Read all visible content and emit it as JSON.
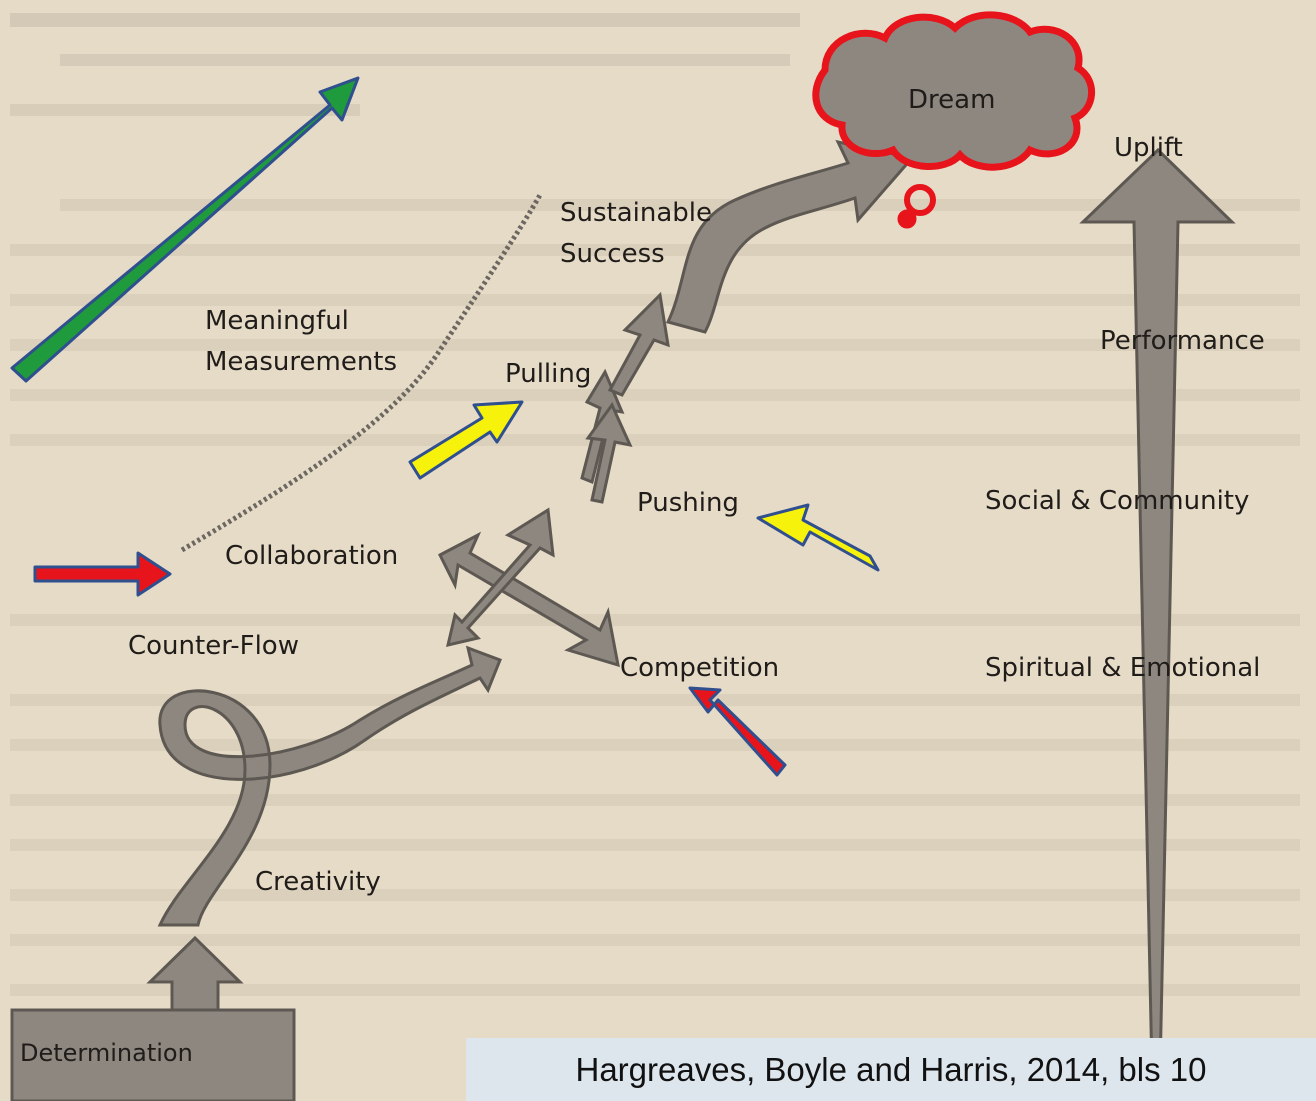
{
  "colors": {
    "background": "#e6dbc7",
    "shape": "#8d8780",
    "shape_edge": "#5e5853",
    "dream_outline": "#e8141c",
    "green_arrow": "#1f9a3c",
    "yellow_arrow": "#f6f20b",
    "red_arrow": "#e8141c",
    "arrow_outline": "#2f4f8f"
  },
  "labels": {
    "dream": "Dream",
    "uplift": "Uplift",
    "sustainable": "Sustainable",
    "success": "Success",
    "meaningful": "Meaningful",
    "measurements": "Measurements",
    "pulling": "Pulling",
    "performance": "Performance",
    "pushing": "Pushing",
    "social": "Social & Community",
    "collaboration": "Collaboration",
    "counter_flow": "Counter-Flow",
    "competition": "Competition",
    "spiritual": "Spiritual & Emotional",
    "creativity": "Creativity",
    "determination": "Determination"
  },
  "caption": "Hargreaves, Boyle and Harris, 2014, bls 10"
}
